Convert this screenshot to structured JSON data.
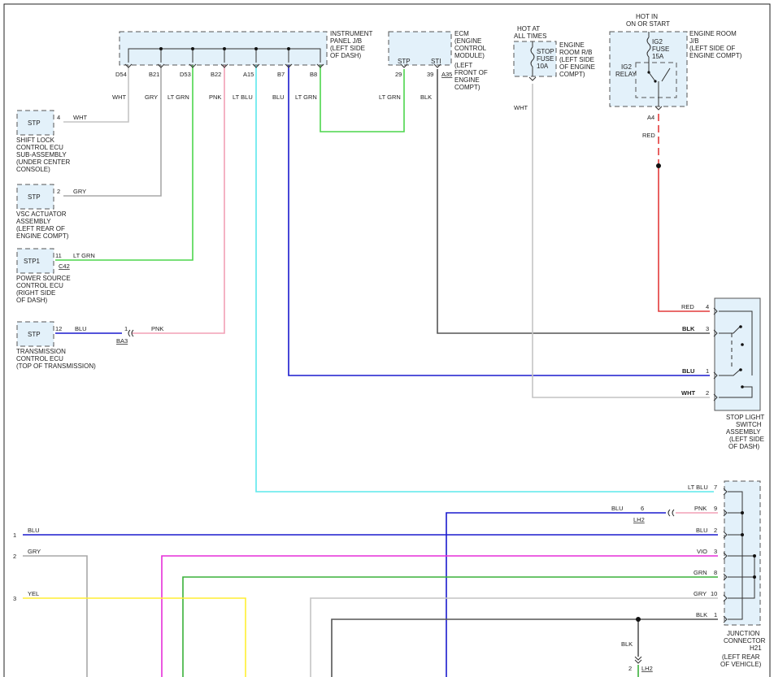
{
  "colors": {
    "wht": "#c4c4c4",
    "gry": "#a8a8a8",
    "ltgrn": "#4cd64c",
    "pnk": "#f2a0b6",
    "ltblu": "#5ce8ec",
    "blu": "#1a1acd",
    "red": "#e23b3b",
    "blk": "#555555",
    "vio": "#e62fd8",
    "grn": "#3ab03a",
    "yel": "#ffee33",
    "box": "#e3f1fa"
  },
  "instrument_panel": {
    "lines": [
      "INSTRUMENT",
      "PANEL J/B",
      "(LEFT SIDE",
      "OF DASH)"
    ],
    "pins": [
      {
        "code": "D54",
        "wire": "WHT"
      },
      {
        "code": "B21",
        "wire": "GRY"
      },
      {
        "code": "D53",
        "wire": "LT GRN"
      },
      {
        "code": "B22",
        "wire": "PNK"
      },
      {
        "code": "A15",
        "wire": "LT BLU"
      },
      {
        "code": "B7",
        "wire": "BLU"
      },
      {
        "code": "B8",
        "wire": "LT GRN"
      }
    ]
  },
  "ecm": {
    "lines": [
      "ECM",
      "(ENGINE",
      "CONTROL",
      "MODULE)",
      "(LEFT",
      "FRONT OF",
      "ENGINE",
      "COMPT)"
    ],
    "pins": [
      {
        "label": "STP",
        "num": "29",
        "wire": "LT GRN"
      },
      {
        "label": "STI",
        "num": "39",
        "wire": "BLK",
        "connector": "A35"
      }
    ]
  },
  "engine_rb": {
    "hot": [
      "HOT AT",
      "ALL TIMES"
    ],
    "fuse": [
      "STOP",
      "FUSE",
      "10A"
    ],
    "lines": [
      "ENGINE",
      "ROOM R/B",
      "(LEFT SIDE",
      "OF ENGINE",
      "COMPT)"
    ],
    "wire": "WHT"
  },
  "engine_jb": {
    "hot": [
      "HOT IN",
      "ON OR START"
    ],
    "fuse": [
      "IG2",
      "FUSE",
      "15A"
    ],
    "relay": [
      "IG2",
      "RELAY"
    ],
    "lines": [
      "ENGINE ROOM",
      "J/B",
      "(LEFT SIDE OF",
      "ENGINE COMPT)"
    ],
    "pin": "A4",
    "wire": "RED"
  },
  "components": [
    {
      "box": "STP",
      "pin": "4",
      "wire": "WHT",
      "lines": [
        "SHIFT LOCK",
        "CONTROL ECU",
        "SUB-ASSEMBLY",
        "(UNDER CENTER",
        "CONSOLE)"
      ]
    },
    {
      "box": "STP",
      "pin": "2",
      "wire": "GRY",
      "lines": [
        "VSC ACTUATOR",
        "ASSEMBLY",
        "(LEFT REAR OF",
        "ENGINE COMPT)"
      ]
    },
    {
      "box": "STP1",
      "pin": "11",
      "wire": "LT GRN",
      "connector": "C42",
      "lines": [
        "POWER SOURCE",
        "CONTROL ECU",
        "(RIGHT SIDE",
        "OF DASH)"
      ]
    },
    {
      "box": "STP",
      "pin": "12",
      "wire": "BLU",
      "inline_pin": "1",
      "inline_wire": "PNK",
      "connector": "BA3",
      "lines": [
        "TRANSMISSION",
        "CONTROL ECU",
        "(TOP OF TRANSMISSION)"
      ]
    }
  ],
  "stop_switch": {
    "pins": [
      {
        "wire": "RED",
        "num": "4"
      },
      {
        "wire": "BLK",
        "num": "3"
      },
      {
        "wire": "BLU",
        "num": "1"
      },
      {
        "wire": "WHT",
        "num": "2"
      }
    ],
    "lines": [
      "STOP LIGHT",
      "SWITCH",
      "ASSEMBLY",
      "(LEFT SIDE",
      "OF DASH)"
    ]
  },
  "junction": {
    "pins": [
      {
        "wire": "LT BLU",
        "num": "7"
      },
      {
        "wire": "PNK",
        "num": "9"
      },
      {
        "wire": "BLU",
        "num": "2"
      },
      {
        "wire": "VIO",
        "num": "3"
      },
      {
        "wire": "GRN",
        "num": "8"
      },
      {
        "wire": "GRY",
        "num": "10"
      },
      {
        "wire": "BLK",
        "num": "1"
      }
    ],
    "lines": [
      "JUNCTION",
      "CONNECTOR",
      "H21",
      "(LEFT REAR",
      "OF VEHICLE)"
    ],
    "inline": {
      "pin": "6",
      "wire": "BLU",
      "connector": "LH2"
    },
    "ground": {
      "wire": "BLK",
      "pin": "2",
      "connector": "LH2"
    }
  },
  "left_refs": [
    {
      "num": "1",
      "wire": "BLU"
    },
    {
      "num": "2",
      "wire": "GRY"
    },
    {
      "num": "3",
      "wire": "YEL"
    }
  ]
}
